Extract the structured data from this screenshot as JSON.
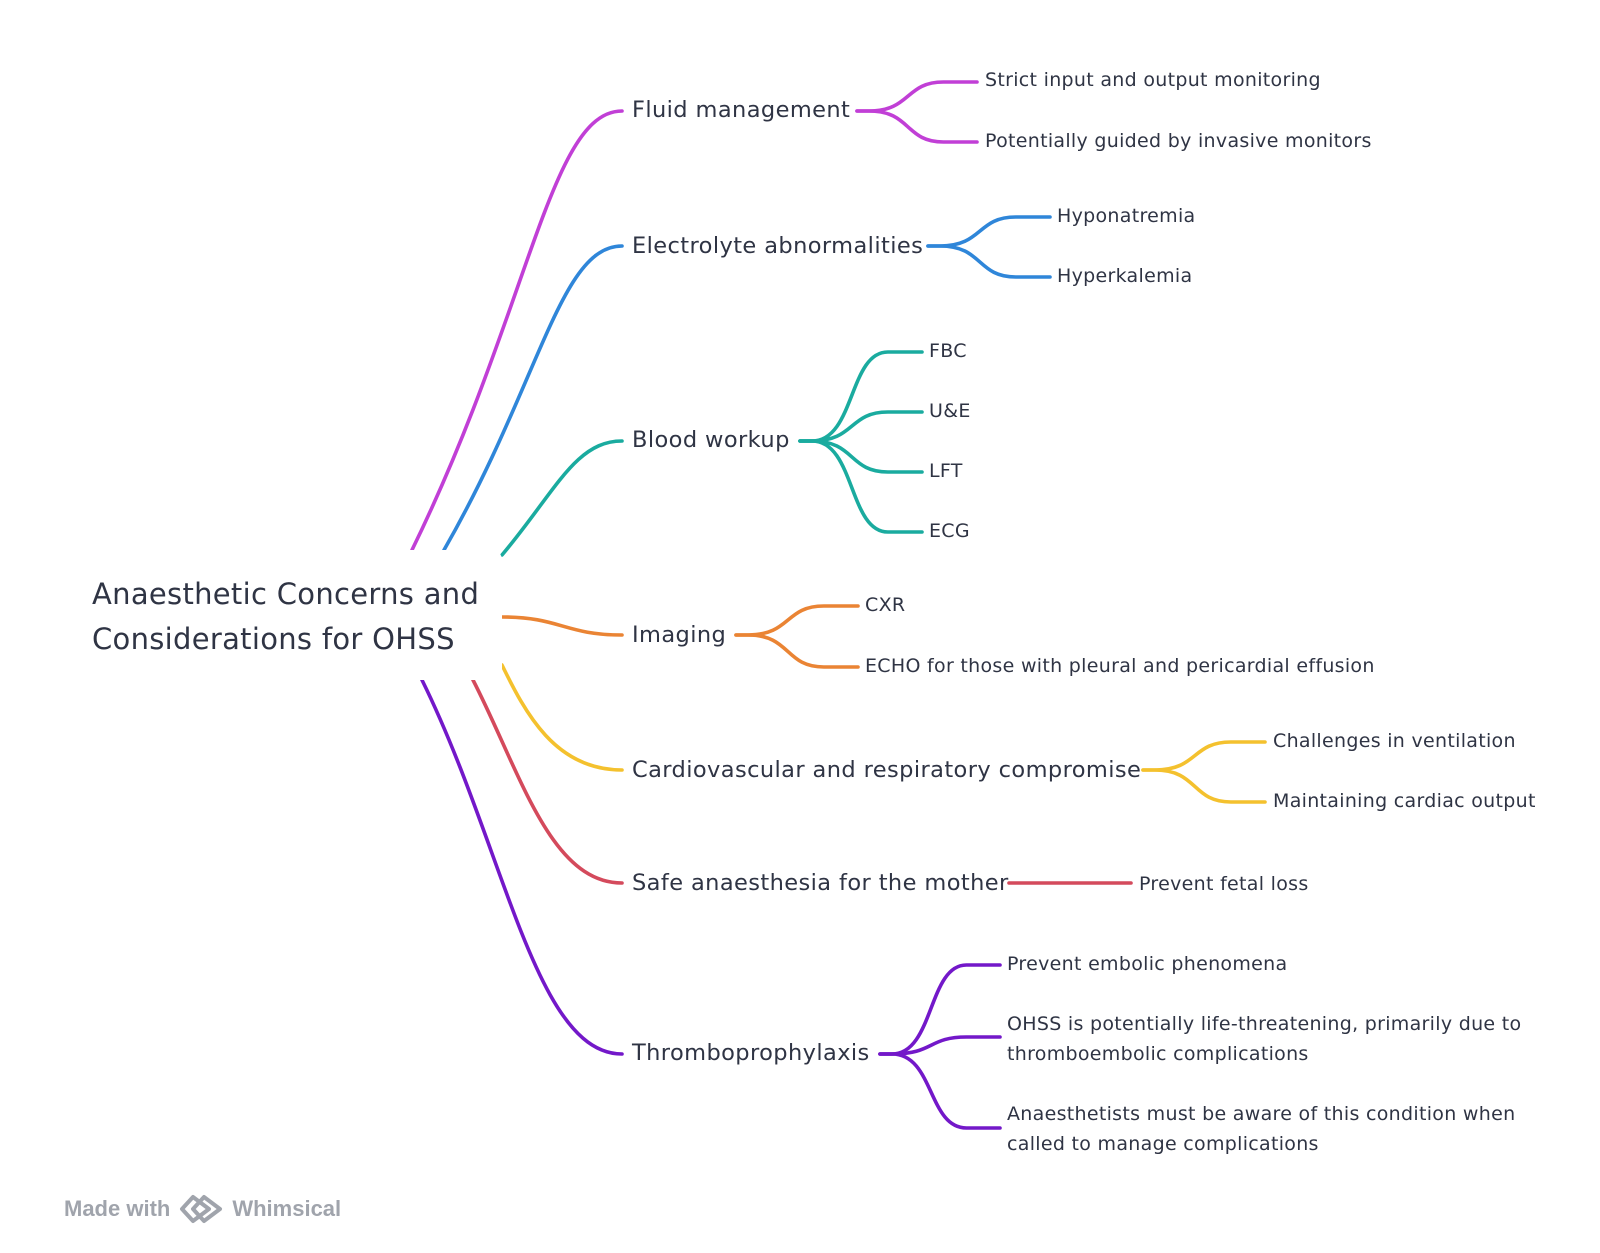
{
  "root": {
    "line1": "Anaesthetic Concerns and",
    "line2": "Considerations for OHSS"
  },
  "branches": [
    {
      "id": "fluid",
      "label": "Fluid management",
      "color": "#c13fd6",
      "children": [
        "Strict input and output monitoring",
        "Potentially guided by invasive monitors"
      ]
    },
    {
      "id": "electrolyte",
      "label": "Electrolyte abnormalities",
      "color": "#2f86d9",
      "children": [
        "Hyponatremia",
        "Hyperkalemia"
      ]
    },
    {
      "id": "blood",
      "label": "Blood workup",
      "color": "#1aab9f",
      "children": [
        "FBC",
        "U&E",
        "LFT",
        "ECG"
      ]
    },
    {
      "id": "imaging",
      "label": "Imaging",
      "color": "#ea8434",
      "children": [
        "CXR",
        "ECHO for those with pleural and pericardial effusion"
      ]
    },
    {
      "id": "cardio",
      "label": "Cardiovascular and respiratory compromise",
      "color": "#f4c12e",
      "children": [
        "Challenges in ventilation",
        "Maintaining cardiac output"
      ]
    },
    {
      "id": "safe",
      "label": "Safe anaesthesia for the mother",
      "color": "#d44a5c",
      "children": [
        "Prevent fetal loss"
      ]
    },
    {
      "id": "thrombo",
      "label": "Thromboprophylaxis",
      "color": "#7318c9",
      "children": [
        "Prevent embolic phenomena",
        "OHSS is potentially life-threatening, primarily due to thromboembolic complications",
        "Anaesthetists must be aware of this condition when called to manage complications"
      ]
    }
  ],
  "footer": {
    "made_with": "Made with",
    "brand": "Whimsical",
    "logo_icon": "whimsical-logo-icon"
  }
}
